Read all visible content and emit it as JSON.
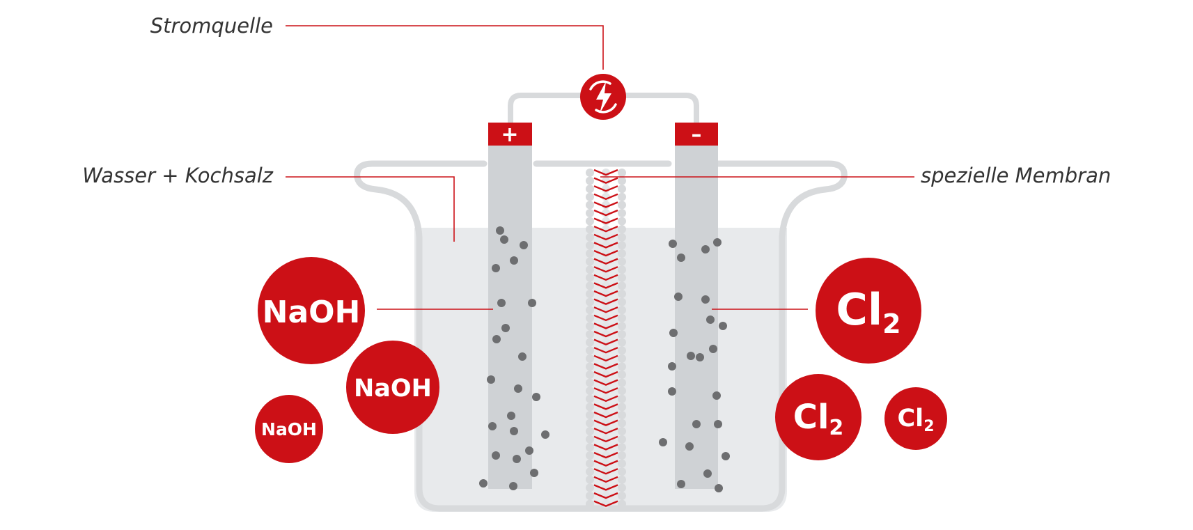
{
  "labels": {
    "power_source": "Stromquelle",
    "water_salt": "Wasser + Kochsalz",
    "membrane": "spezielle Membran"
  },
  "electrodes": {
    "anode_sign": "+",
    "cathode_sign": "–"
  },
  "products": {
    "naoh": "NaOH",
    "cl_symbol": "Cl",
    "cl_subscript": "2"
  },
  "colors": {
    "accent": "#cc1016",
    "vessel": "#d8dadc",
    "water": "#e8eaec",
    "electrode": "#cfd2d5",
    "dot": "#6d6e70",
    "label": "#333333"
  },
  "icons": {
    "power": "lightning-bolt-icon"
  }
}
